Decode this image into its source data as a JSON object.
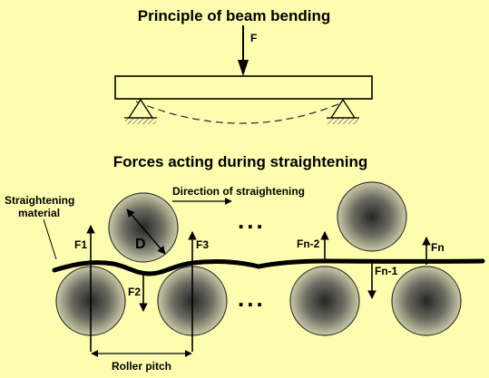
{
  "title_top": "Principle of beam bending",
  "force_top": "F",
  "title_bottom": "Forces acting during straightening",
  "material_label": [
    "Straightening",
    "material"
  ],
  "direction_label": "Direction of straightening",
  "diameter_label": "D",
  "forces": {
    "f1": "F1",
    "f2": "F2",
    "f3": "F3",
    "fn2": "Fn-2",
    "fn1": "Fn-1",
    "fn": "Fn"
  },
  "ellipsis": "...",
  "pitch_label": "Roller pitch",
  "colors": {
    "background": "#fdfdb0",
    "roller_center": "#2e2e2e",
    "roller_edge": "#c8c8a4",
    "line": "#000000"
  }
}
